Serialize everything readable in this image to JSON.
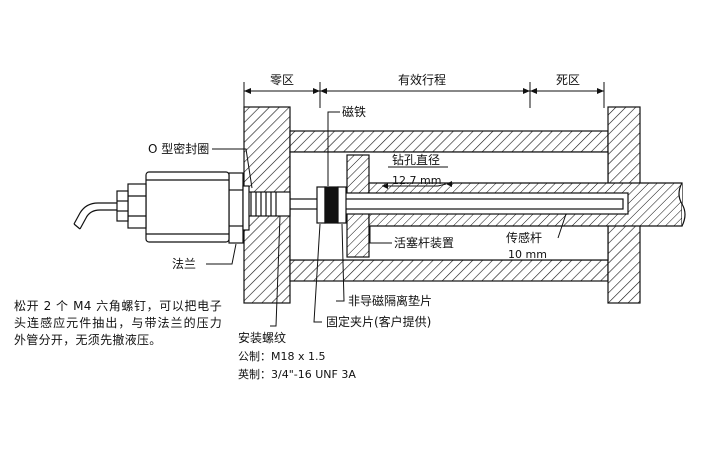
{
  "labels": {
    "dead_zone_start": "零区",
    "effective_stroke": "有效行程",
    "dead_zone_end": "死区",
    "magnet": "磁铁",
    "o_ring": "O 型密封圈",
    "drill_diameter": "钻孔直径",
    "drill_value": "12.7 mm",
    "flange": "法兰",
    "piston_rod": "活塞杆装置",
    "sensing_rod": "传感杆",
    "sensing_rod_value": "10 mm",
    "spacer": "非导磁隔离垫片",
    "clamp": "固定夹片(客户提供)",
    "thread_title": "安装螺纹",
    "thread_metric": "公制：M18  x 1.5",
    "thread_imperial": "英制：3/4\"-16 UNF 3A"
  },
  "note": "松开 2 个 M4 六角螺钉，可以把电子头连感应元件抽出，与带法兰的压力外管分开，无须先撤液压。",
  "colors": {
    "line": "#111111",
    "magnet": "#111111",
    "background": "#ffffff"
  }
}
